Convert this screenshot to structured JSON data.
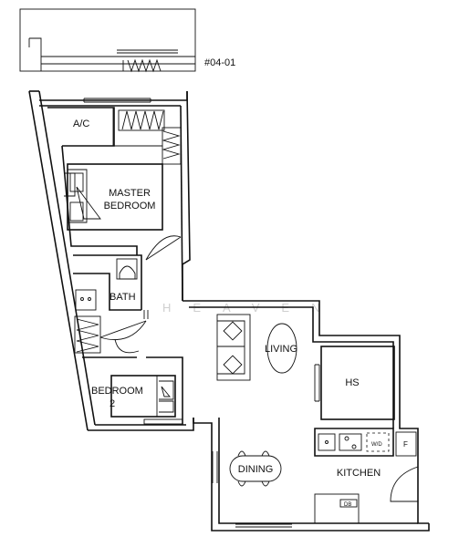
{
  "unit_label": "#04-01",
  "watermark": "HEAVEN",
  "rooms": {
    "ac": "A/C",
    "master_line1": "MASTER",
    "master_line2": "BEDROOM",
    "bath": "BATH",
    "living": "LIVING",
    "hs": "HS",
    "bedroom2_line1": "BEDROOM",
    "bedroom2_line2": "2",
    "dining": "DINING",
    "kitchen": "KITCHEN"
  },
  "fixtures": {
    "wd": "W/D",
    "fridge": "F",
    "db": "DB"
  }
}
